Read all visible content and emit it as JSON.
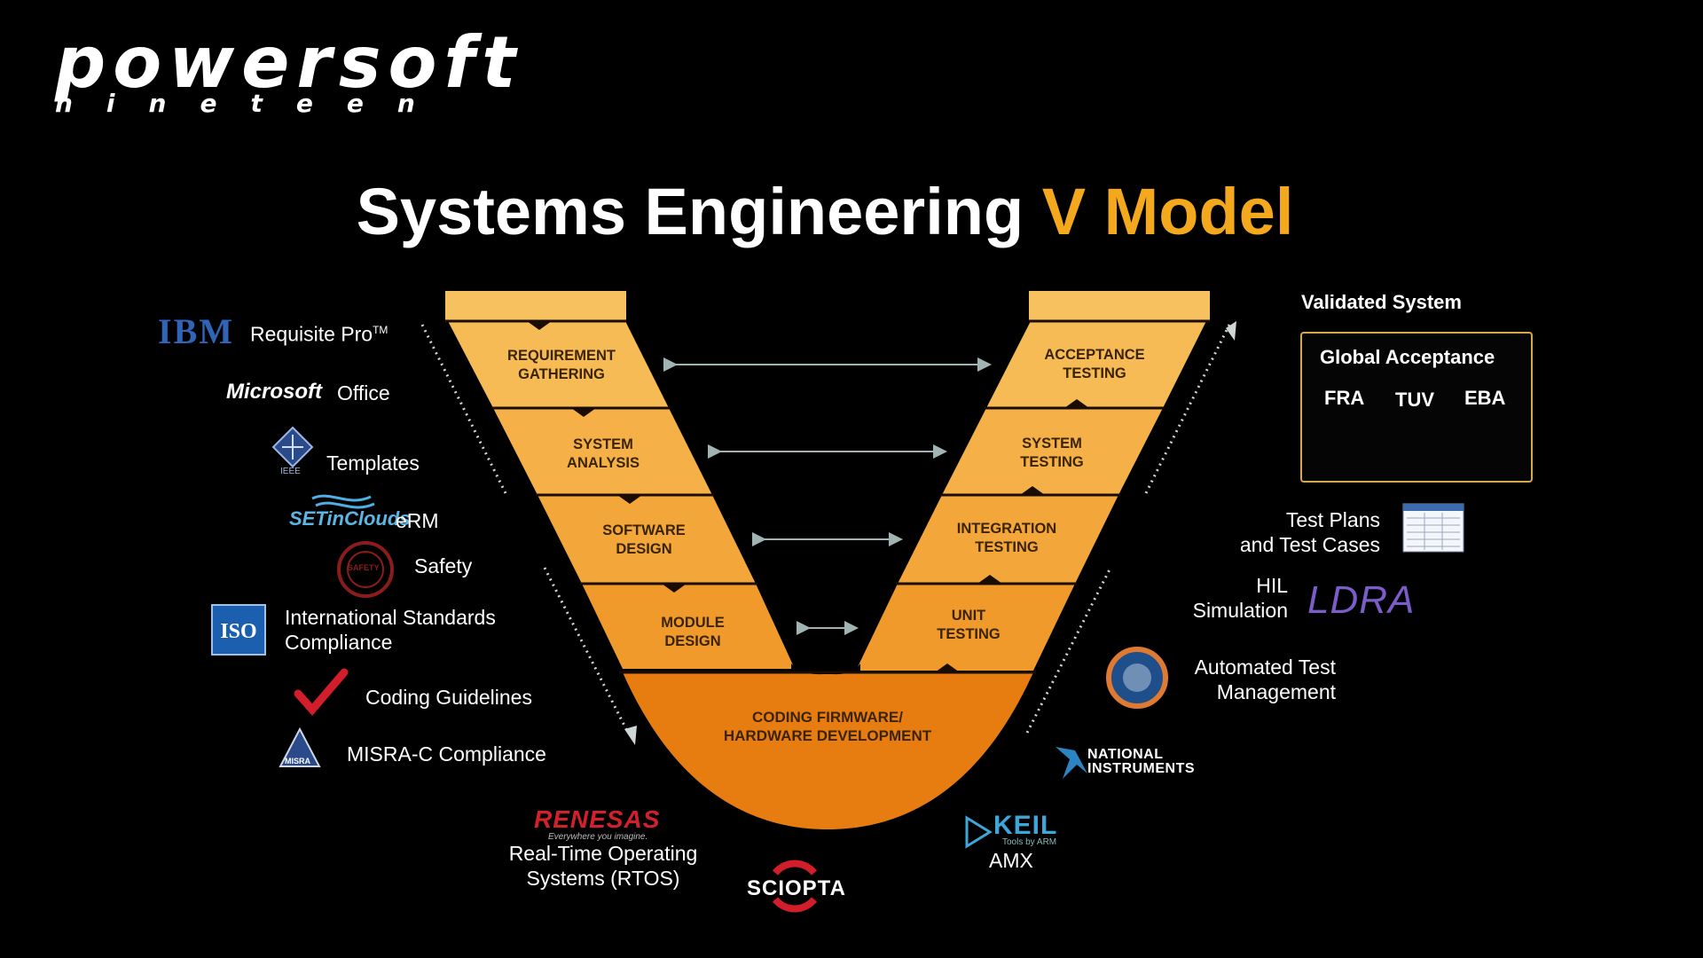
{
  "brand": {
    "name": "powersoft",
    "tagline": "nineteen"
  },
  "title": {
    "main": "Systems Engineering",
    "accent": "V Model",
    "accent_color": "#f4a81d"
  },
  "stages_left": [
    {
      "line1": "REQUIREMENT",
      "line2": "GATHERING"
    },
    {
      "line1": "SYSTEM",
      "line2": "ANALYSIS"
    },
    {
      "line1": "SOFTWARE",
      "line2": "DESIGN"
    },
    {
      "line1": "MODULE",
      "line2": "DESIGN"
    }
  ],
  "stages_right": [
    {
      "line1": "ACCEPTANCE",
      "line2": "TESTING"
    },
    {
      "line1": "SYSTEM",
      "line2": "TESTING"
    },
    {
      "line1": "INTEGRATION",
      "line2": "TESTING"
    },
    {
      "line1": "UNIT",
      "line2": "TESTING"
    }
  ],
  "stage_bottom": {
    "line1": "CODING FIRMWARE/",
    "line2": "HARDWARE DEVELOPMENT"
  },
  "left_tools": {
    "ibm": {
      "logo": "IBM",
      "label": "Requisite Pro",
      "tm": "TM"
    },
    "microsoft": {
      "logo": "Microsoft",
      "label": "Office"
    },
    "ieee": {
      "logo": "IEEE",
      "label": "Templates"
    },
    "setinclouds": {
      "logo": "SETinClouds",
      "label": "eRM"
    },
    "safety": {
      "logo": "SAFETY",
      "label": "Safety"
    },
    "iso": {
      "logo": "ISO",
      "line1": "International Standards",
      "line2": "Compliance"
    },
    "coding": {
      "label": "Coding Guidelines"
    },
    "misra": {
      "logo": "MISRA",
      "label": "MISRA-C Compliance"
    }
  },
  "bottom_tools": {
    "renesas": {
      "logo": "RENESAS",
      "tagline": "Everywhere you imagine.",
      "line1": "Real-Time Operating",
      "line2": "Systems (RTOS)"
    },
    "sciopta": {
      "logo": "SCIOPTA"
    },
    "keil": {
      "logo": "KEIL",
      "tagline": "Tools by ARM",
      "label": "AMX"
    }
  },
  "right_tools": {
    "validated": "Validated System",
    "global_acceptance": {
      "title": "Global Acceptance",
      "orgs": [
        "FRA",
        "TUV",
        "EBA"
      ]
    },
    "test_plans": {
      "line1": "Test Plans",
      "line2": "and Test Cases"
    },
    "hil": {
      "line1": "HIL",
      "line2": "Simulation",
      "logo": "LDRA"
    },
    "automated": {
      "line1": "Automated Test",
      "line2": "Management"
    },
    "ni": {
      "line1": "NATIONAL",
      "line2": "INSTRUMENTS"
    }
  },
  "colors": {
    "band_light": "#f8c15f",
    "band_dark": "#e7780c",
    "arrow": "#9fb4b3",
    "ga_border": "#d7a84a"
  }
}
